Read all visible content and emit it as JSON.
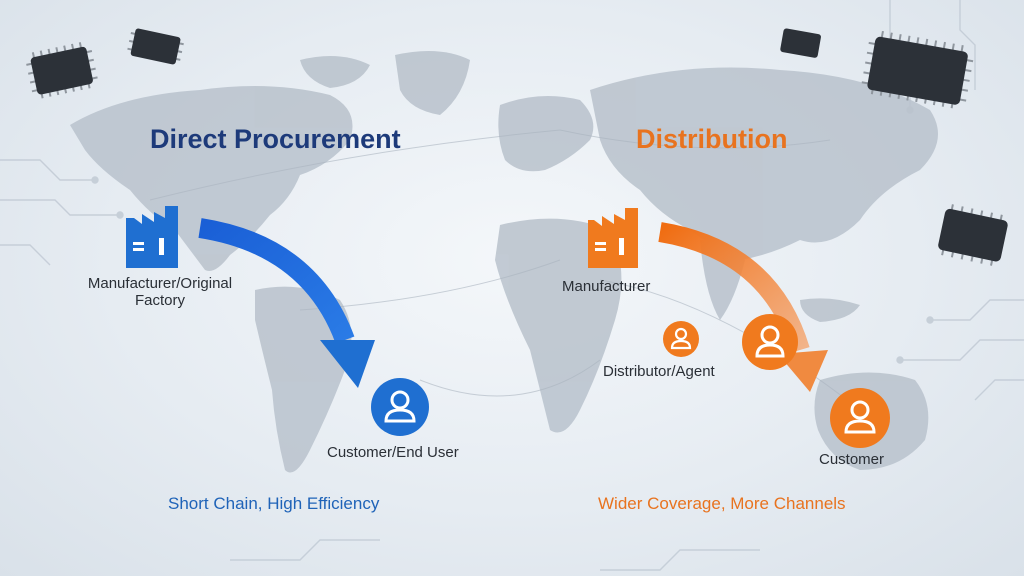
{
  "direct": {
    "title": "Direct Procurement",
    "source_label_line1": "Manufacturer/Original",
    "source_label_line2": "Factory",
    "target_label": "Customer/End User",
    "tagline": "Short Chain, High Efficiency",
    "color": "#1f6fd1",
    "icons": [
      "factory-icon",
      "user-icon"
    ]
  },
  "distribution": {
    "title": "Distribution",
    "source_label": "Manufacturer",
    "middle_label": "Distributor/Agent",
    "target_label": "Customer",
    "tagline": "Wider Coverage, More Channels",
    "color": "#f07a1e",
    "icons": [
      "factory-icon",
      "user-icon"
    ]
  },
  "background": {
    "map_color": "#b9c2cc",
    "chip_color": "#2c3138",
    "decoration": [
      "world-map",
      "microchip-icon",
      "circuit-lines"
    ]
  }
}
